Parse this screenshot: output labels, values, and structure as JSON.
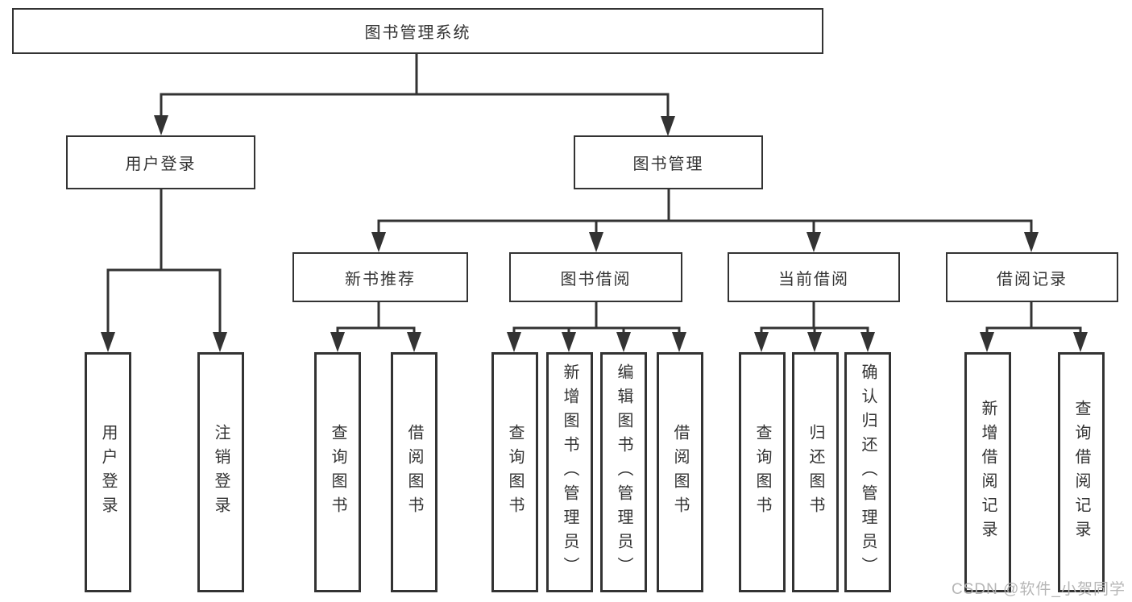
{
  "tree": {
    "root": "图书管理系统",
    "branches": [
      {
        "label": "用户登录",
        "children": [
          "用户登录",
          "注销登录"
        ]
      },
      {
        "label": "图书管理",
        "children": [
          {
            "label": "新书推荐",
            "children": [
              "查询图书",
              "借阅图书"
            ]
          },
          {
            "label": "图书借阅",
            "children": [
              "查询图书",
              "新增图书（管理员）",
              "编辑图书（管理员）",
              "借阅图书"
            ]
          },
          {
            "label": "当前借阅",
            "children": [
              "查询图书",
              "归还图书",
              "确认归还（管理员）"
            ]
          },
          {
            "label": "借阅记录",
            "children": [
              "新增借阅记录",
              "查询借阅记录"
            ]
          }
        ]
      }
    ]
  },
  "watermark": "CSDN @软件_小贺同学",
  "colors": {
    "line": "#333333",
    "background": "#ffffff",
    "watermark": "#b3b3b3"
  }
}
